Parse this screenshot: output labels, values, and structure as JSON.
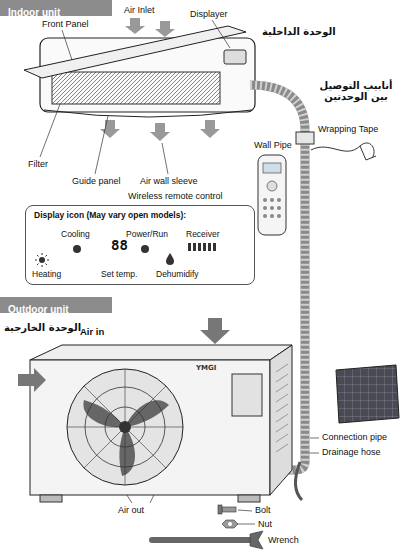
{
  "diagram": {
    "nodes": [
      {
        "text": [
          "Indoor unit"
        ]
      },
      {
        "text": [
          "Display icon (May vary open models):",
          "Cooling",
          "Power/Run",
          "Receiver",
          "88",
          "Heating",
          "Set temp.",
          "Dehumidify"
        ]
      },
      {
        "text": [
          "Outdoor unit"
        ]
      }
    ],
    "labels": [
      "Front Panel",
      "Air Inlet",
      "Displayer",
      "الوحدة الداخلية",
      "أنابيب التوصيل بين الوحدتين",
      "Wall Pipe",
      "Wrapping Tape",
      "Filter",
      "Guide panel",
      "Air wall sleeve",
      "Wireless remote control",
      "Air in",
      "الوحدة الخارجية",
      "YMGI",
      "Connection pipe",
      "Drainage hose",
      "Air out",
      "Bolt",
      "Nut",
      "Wrench"
    ]
  }
}
